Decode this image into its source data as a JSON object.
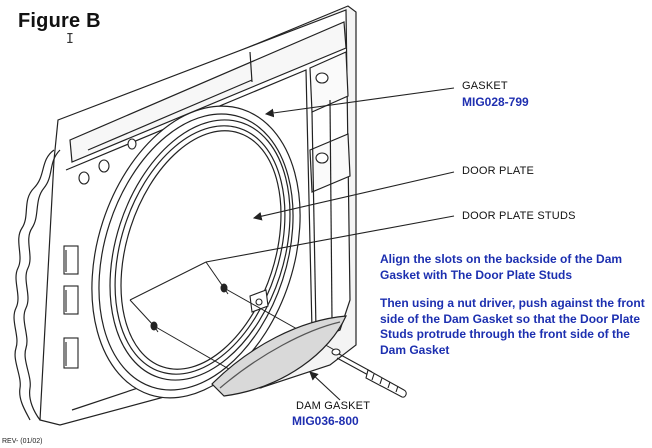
{
  "figure": {
    "title": "Figure B",
    "cursor_glyph": "I",
    "revision": "REV- (01/02)"
  },
  "callouts": {
    "gasket": {
      "label": "GASKET",
      "part_number": "MIG028-799"
    },
    "door_plate": {
      "label": "DOOR PLATE"
    },
    "door_plate_studs": {
      "label": "DOOR PLATE STUDS"
    },
    "dam_gasket": {
      "label": "DAM GASKET",
      "part_number": "MIG036-800"
    }
  },
  "instructions": {
    "step_1": "Align the slots on the backside of the Dam Gasket with The Door Plate Studs",
    "step_2": "Then using a nut driver, push against the front side of the Dam Gasket so that the Door Plate Studs protrude through the front side of the Dam Gasket"
  },
  "colors": {
    "line": "#222222",
    "part_number": "#1f2fb0",
    "instruction_text": "#1c2fb0",
    "gasket_fill": "#d9d9d9"
  }
}
